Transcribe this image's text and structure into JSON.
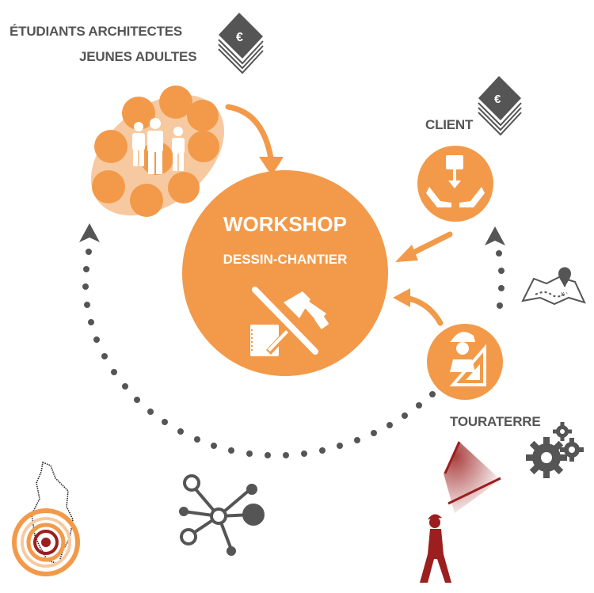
{
  "labels": {
    "students_line1": "ÉTUDIANTS ARCHITECTES",
    "students_line2": "JEUNES ADULTES",
    "client": "CLIENT",
    "touraterre": "TOURATERRE",
    "workshop_title": "WORKSHOP",
    "workshop_subtitle": "DESSIN-CHANTIER"
  },
  "money_symbol": "€",
  "colors": {
    "orange": "#F29A4A",
    "light_orange": "#F7C9A0",
    "gray": "#555555",
    "dots": "#555555",
    "red": "#9B1F1F"
  },
  "icons": [
    "money-stack-icon",
    "people-group-icon",
    "hands-giving-icon",
    "builder-icon",
    "map-pin-icon",
    "gears-icon",
    "network-icon",
    "corsica-map-icon",
    "pedestrian-icon",
    "drafting-tools-icon",
    "notebook-pencil-icon"
  ]
}
